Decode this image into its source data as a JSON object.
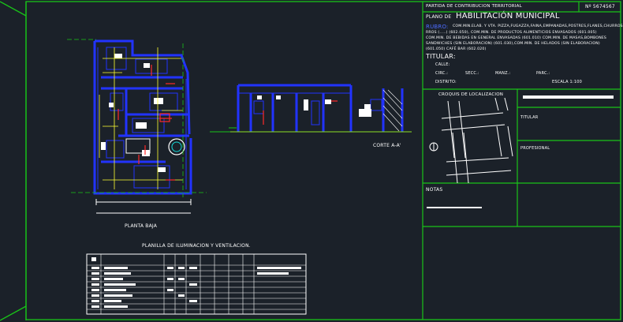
{
  "title_block": {
    "header": "PARTIDA DE CONTRIBUCION TERRITORIAL",
    "plan_number": "Nº 5674567",
    "plano_de_label": "PLANO DE",
    "plano_de_value": "HABILITACIÓN MUNICIPAL",
    "rubro_label": "RUBRO:",
    "rubro_lines": [
      "COM.MIN.ELAB. Y VTA. PIZZA,FUGAZZA,FAINA,EMPANADAS,POSTRES,FLANES,CHURROS",
      "RROS (.....) (602.050), COM.MIN. DE PRODUCTOS ALIMENTICIOS ENVASADOS (601.005)",
      "COM.MIN. DE BEBIDAS EN GENERAL ENVASADAS (601.010) COM.MIN. DE MASAS,BOMBONES",
      "SANDWICHES (SIN ELABORACION) (601.030),COM.MIN. DE HELADOS (SIN ELABORACION)",
      "(601.050) CAFÉ BAR (602.020)"
    ],
    "titular_label": "TITULAR:",
    "calle_label": "CALLE:",
    "circ_label": "CIRC.:",
    "secc_label": "SECC.:",
    "manz_label": "MANZ.:",
    "parc_label": "PARC.:",
    "distrito_label": "DISTRITO:",
    "escala_label": "ESCALA 1:100",
    "croquis_label": "CROQUIS DE LOCALIZACION",
    "titular2_label": "TITULAR",
    "profesional_label": "PROFESIONAL",
    "notas_label": "NOTAS"
  },
  "drawing_labels": {
    "corte": "CORTE A-A'",
    "planta_baja": "PLANTA BAJA",
    "planilla_title": "PLANILLA DE ILUMINACION Y VENTILACION."
  },
  "colors": {
    "background": "#1b2129",
    "frame": "#19c219",
    "walls": "#2233ff",
    "text": "#ffffff",
    "dims": "#ffff33",
    "elec": "#ff2a2a",
    "accent_cyan": "#16d6d6"
  }
}
